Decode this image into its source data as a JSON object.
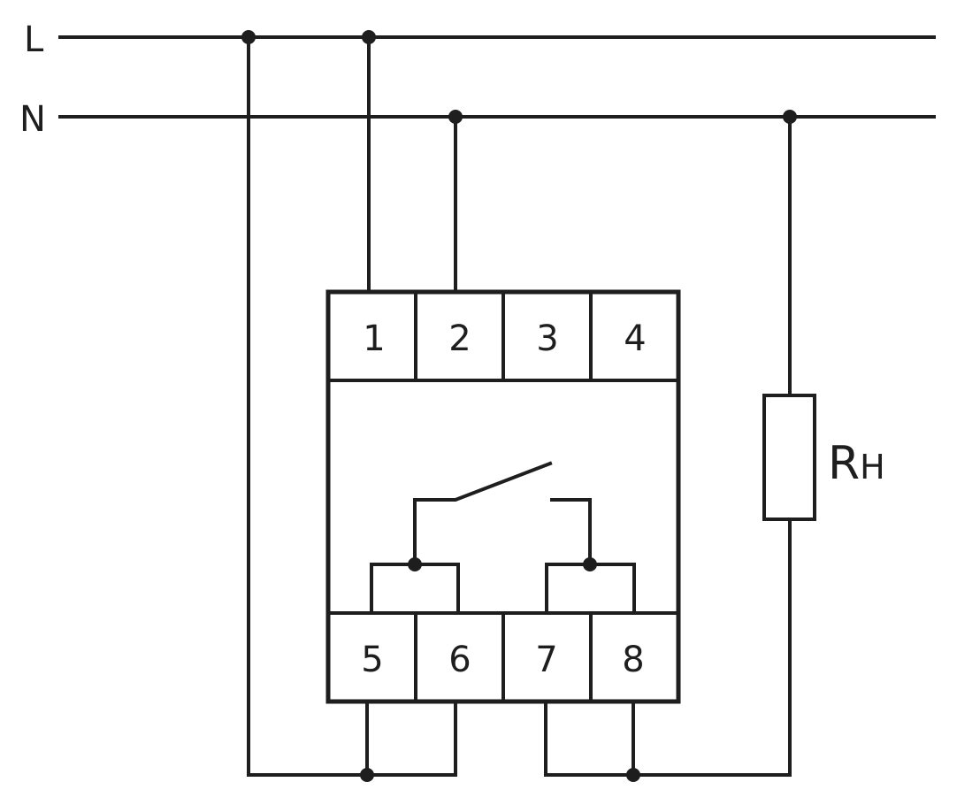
{
  "lines": {
    "L": "L",
    "N": "N"
  },
  "terminals": {
    "top": [
      "1",
      "2",
      "3",
      "4"
    ],
    "bottom": [
      "5",
      "6",
      "7",
      "8"
    ]
  },
  "resistor": {
    "main": "R",
    "sub": "H"
  },
  "colors": {
    "ink": "#1e1e1e",
    "background": "#ffffff"
  }
}
